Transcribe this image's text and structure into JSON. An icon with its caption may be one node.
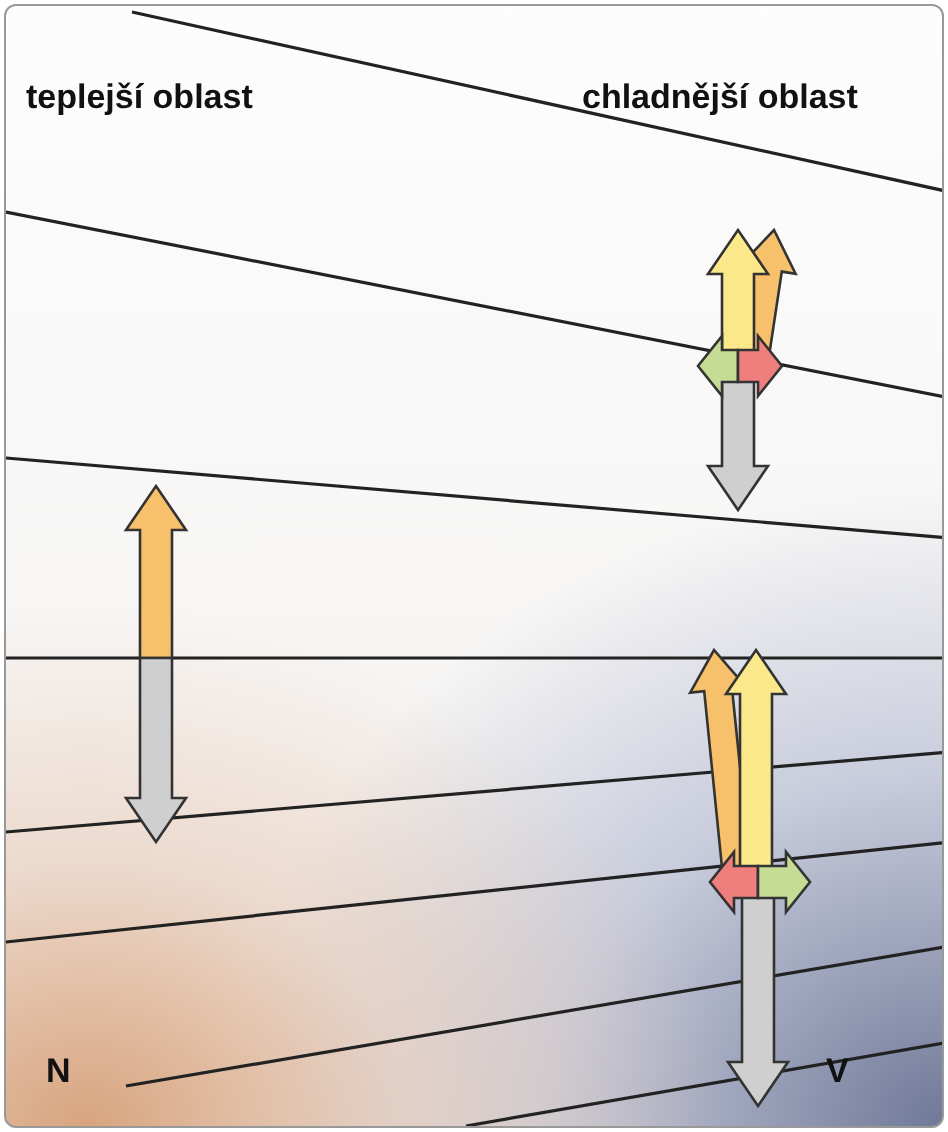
{
  "diagram": {
    "labels": [
      "teplejší oblast",
      "chladnější oblast",
      "N",
      "V"
    ]
  }
}
